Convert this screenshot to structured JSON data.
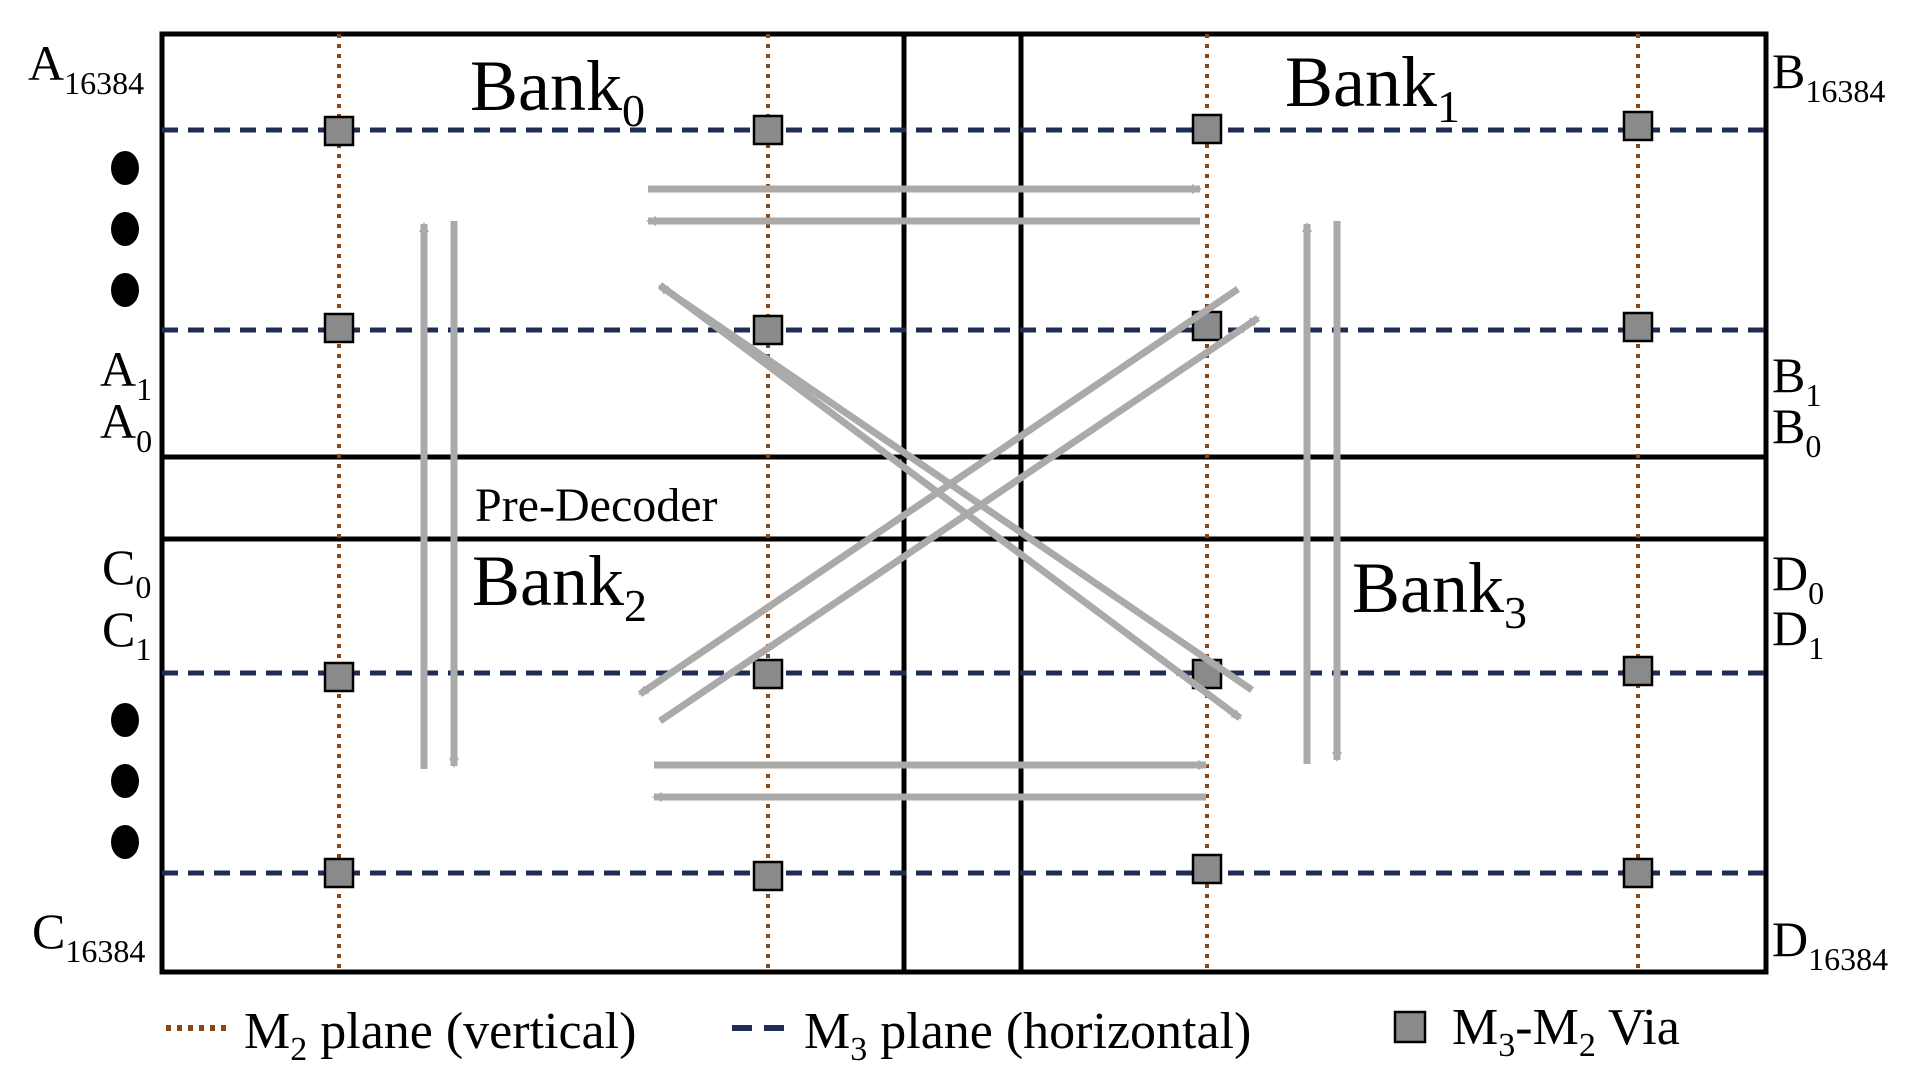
{
  "banks": {
    "bank0": {
      "base": "Bank",
      "sub": "0"
    },
    "bank1": {
      "base": "Bank",
      "sub": "1"
    },
    "bank2": {
      "base": "Bank",
      "sub": "2"
    },
    "bank3": {
      "base": "Bank",
      "sub": "3"
    }
  },
  "predecoder": "Pre-Decoder",
  "left_labels": {
    "a_top": {
      "base": "A",
      "sub": "16384"
    },
    "a1": {
      "base": "A",
      "sub": "1"
    },
    "a0": {
      "base": "A",
      "sub": "0"
    },
    "c0": {
      "base": "C",
      "sub": "0"
    },
    "c1": {
      "base": "C",
      "sub": "1"
    },
    "c_bot": {
      "base": "C",
      "sub": "16384"
    }
  },
  "right_labels": {
    "b_top": {
      "base": "B",
      "sub": "16384"
    },
    "b1": {
      "base": "B",
      "sub": "1"
    },
    "b0": {
      "base": "B",
      "sub": "0"
    },
    "d0": {
      "base": "D",
      "sub": "0"
    },
    "d1": {
      "base": "D",
      "sub": "1"
    },
    "d_bot": {
      "base": "D",
      "sub": "16384"
    }
  },
  "legend": {
    "m2": {
      "a": "M",
      "sub": "2",
      "b": " plane (vertical)"
    },
    "m3": {
      "a": "M",
      "sub": "3",
      "b": " plane (horizontal)"
    },
    "via": {
      "a": "M",
      "sub1": "3",
      "mid": "-M",
      "sub2": "2",
      "b": " Via"
    }
  },
  "colors": {
    "m2_line": "#8B4513",
    "m3_line": "#1F2D55",
    "via_fill": "#8A8A8A",
    "arrow": "#AAAAAA",
    "frame": "#000000"
  }
}
